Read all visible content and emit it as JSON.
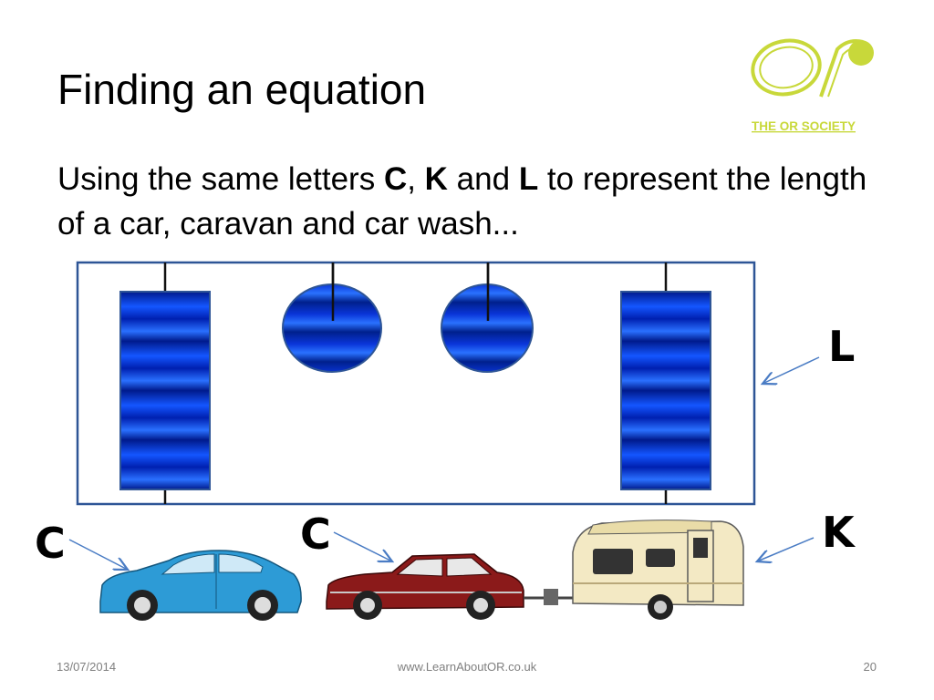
{
  "slide": {
    "title": "Finding an equation",
    "body": {
      "part1": "Using the same letters ",
      "letter_c": "C",
      "sep1": ", ",
      "letter_k": "K",
      "sep2": " and ",
      "letter_l": "L",
      "part2": " to represent the length of a car, caravan and car wash..."
    }
  },
  "logo": {
    "text": "THE OR SOCIETY",
    "color": "#c8d83a"
  },
  "diagram": {
    "label_l": "L",
    "label_c1": "C",
    "label_c2": "C",
    "label_k": "K",
    "colors": {
      "brush": "#1133dd",
      "frame": "#2e5596",
      "car_blue": "#2d9bd6",
      "car_red": "#8b1a1a",
      "caravan": "#f3e9c4"
    }
  },
  "footer": {
    "date": "13/07/2014",
    "url": "www.LearnAboutOR.co.uk",
    "page": "20"
  }
}
